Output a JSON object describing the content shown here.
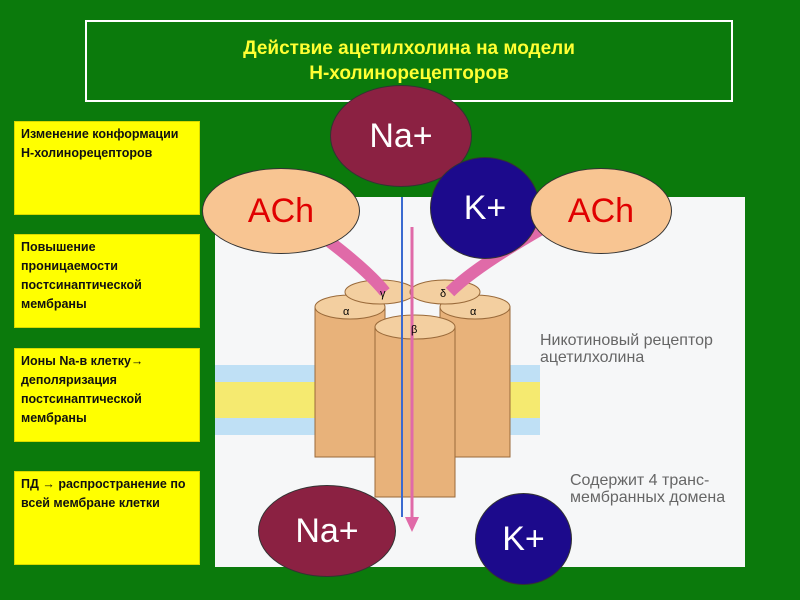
{
  "title": {
    "line1": "Действие ацетилхолина на модели",
    "line2": "Н-холинорецепторов"
  },
  "steps": [
    "Изменение конформации Н-холинорецепторов",
    "Повышение проницаемости постсинаптической мембраны",
    " Ионы Na-в клетку→ деполяризация постсинаптической мембраны",
    " ПД → распространение по всей мембране клетки"
  ],
  "diagram": {
    "label_receptor": "Никотиновый рецептор ацетилхолина",
    "label_domains": "Содержит 4 транс-мембранных домена",
    "subunits": [
      "γ",
      "δ",
      "α",
      "α",
      "β"
    ],
    "ions": {
      "na_top": "Na+",
      "k_top": "K+",
      "ach_left": "ACh",
      "ach_right": "ACh",
      "na_bottom": "Na+",
      "k_bottom": "K+"
    }
  },
  "colors": {
    "background": "#0b7a0c",
    "title": "#ffff33",
    "box": "#ffff00",
    "na": "#8b2142",
    "k": "#1c0a8c",
    "ach": "#f8c592"
  }
}
